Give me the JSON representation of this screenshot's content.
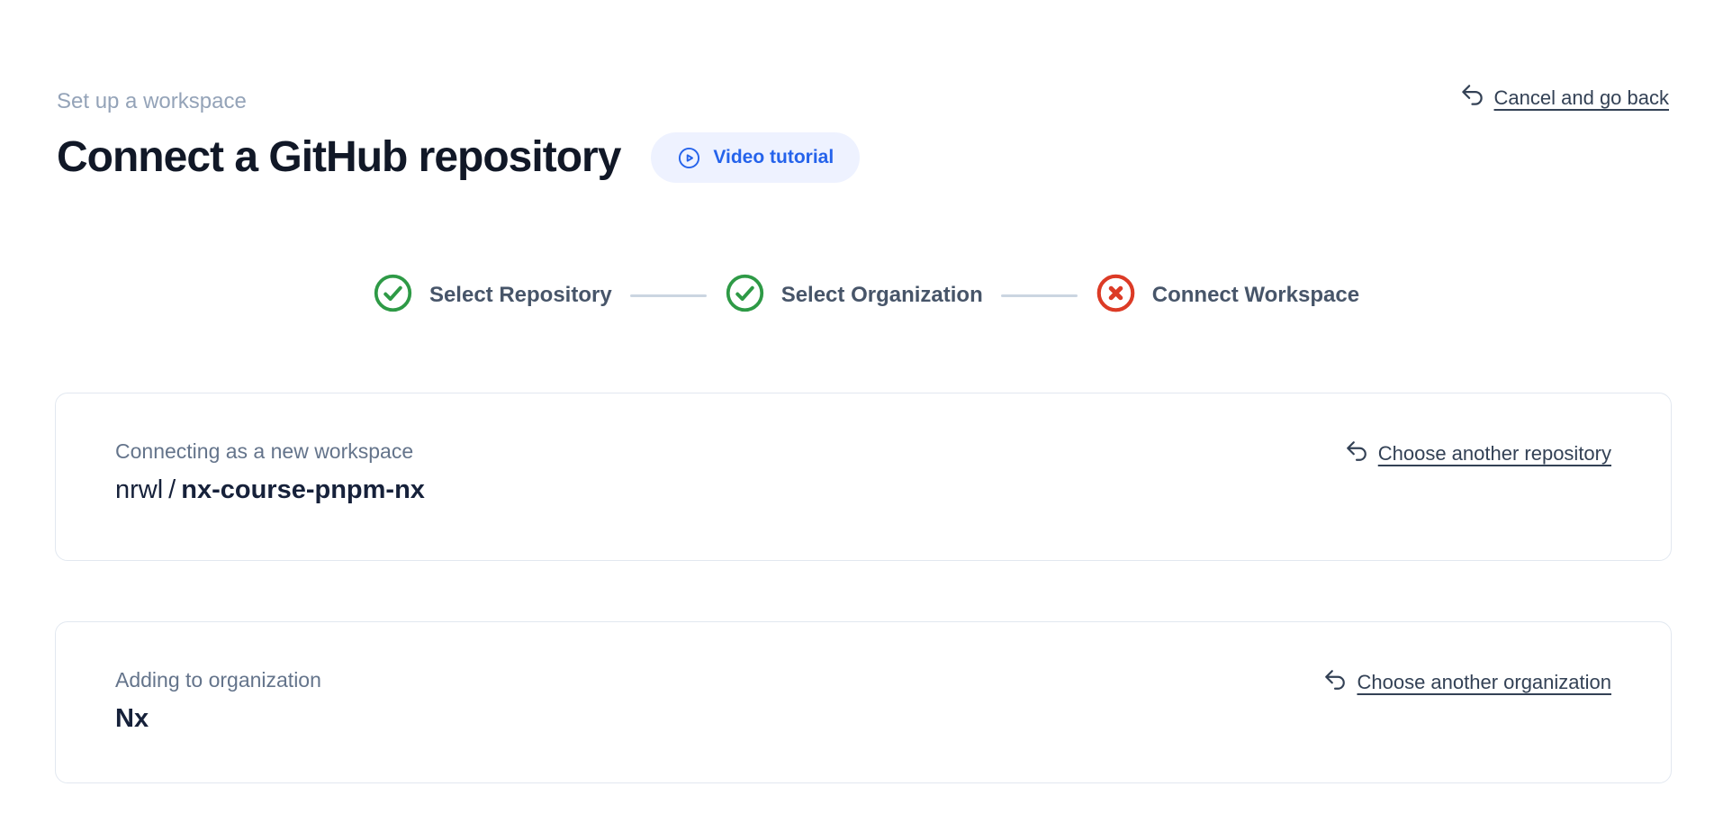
{
  "header": {
    "eyebrow": "Set up a workspace",
    "title": "Connect a GitHub repository",
    "video_tutorial_label": "Video tutorial",
    "cancel_label": "Cancel and go back"
  },
  "stepper": {
    "steps": [
      {
        "label": "Select Repository",
        "status": "complete",
        "icon": "check-circle-icon"
      },
      {
        "label": "Select Organization",
        "status": "complete",
        "icon": "check-circle-icon"
      },
      {
        "label": "Connect Workspace",
        "status": "error",
        "icon": "x-circle-icon"
      }
    ]
  },
  "repository_card": {
    "label": "Connecting as a new workspace",
    "owner": "nrwl",
    "separator": "/",
    "repo": "nx-course-pnpm-nx",
    "change_link_label": "Choose another repository"
  },
  "organization_card": {
    "label": "Adding to organization",
    "name": "Nx",
    "change_link_label": "Choose another organization"
  },
  "icons": {
    "video_tutorial": "play-circle-icon",
    "cancel": "undo-arrow-icon",
    "change_repository": "undo-arrow-icon",
    "change_organization": "undo-arrow-icon",
    "step_complete": "check-circle-icon",
    "step_error": "x-circle-icon"
  },
  "colors": {
    "accent_blue": "#2563eb",
    "pill_background": "#eef2ff",
    "success_green": "#2e9a46",
    "error_red": "#dc3b26",
    "link_text": "#334155",
    "muted_text": "#64748b",
    "eyebrow_text": "#94a3b8",
    "title_text": "#111827",
    "card_border": "#e2e8f0",
    "stepper_connector": "#cbd5e1"
  }
}
